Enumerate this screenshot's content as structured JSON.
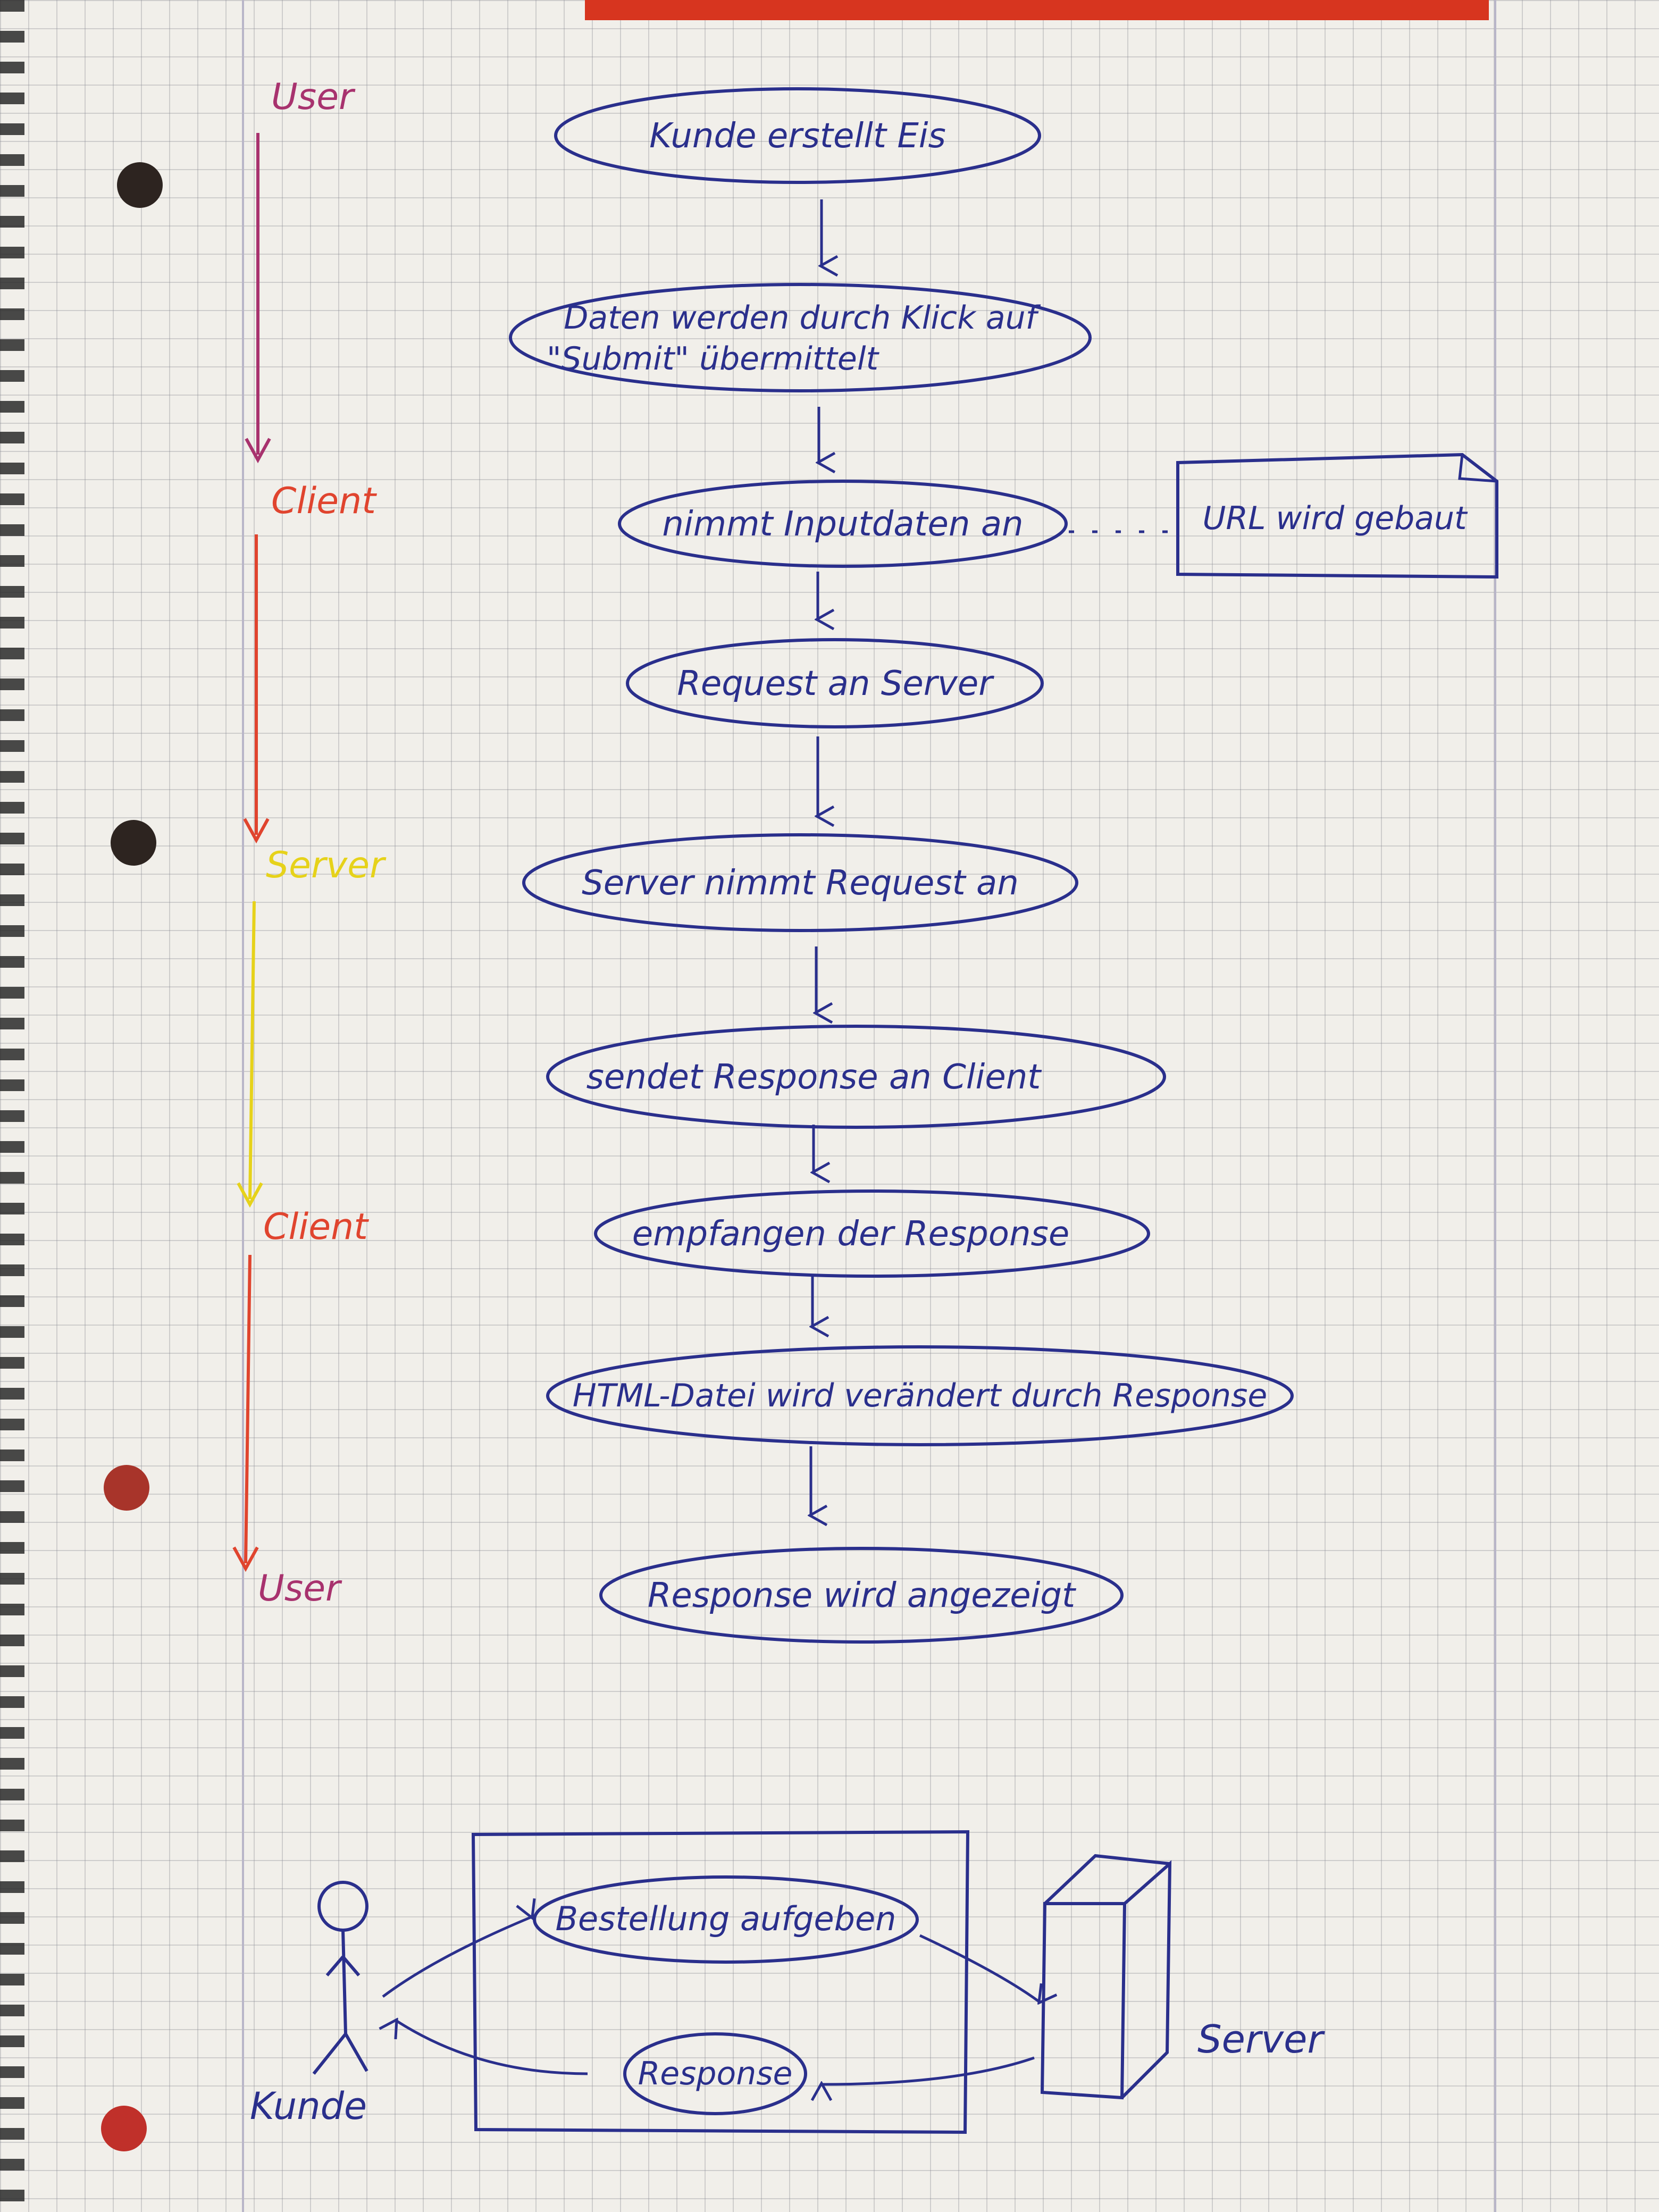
{
  "lanes": [
    {
      "label": "User",
      "color": "#a8326e"
    },
    {
      "label": "Client",
      "color": "#e0442e"
    },
    {
      "label": "Server",
      "color": "#e6d21a"
    },
    {
      "label": "Client",
      "color": "#e0442e"
    },
    {
      "label": "User",
      "color": "#a8326e"
    }
  ],
  "steps": [
    {
      "line1": "Kunde erstellt Eis",
      "line2": ""
    },
    {
      "line1": "Daten werden durch Klick auf",
      "line2": "\"Submit\" übermittelt"
    },
    {
      "line1": "nimmt Inputdaten an",
      "line2": ""
    },
    {
      "line1": "Request an Server",
      "line2": ""
    },
    {
      "line1": "Server nimmt Request an",
      "line2": ""
    },
    {
      "line1": "sendet Response an Client",
      "line2": ""
    },
    {
      "line1": "empfangen der Response",
      "line2": ""
    },
    {
      "line1": "HTML-Datei wird verändert durch Response",
      "line2": ""
    },
    {
      "line1": "Response wird angezeigt",
      "line2": ""
    }
  ],
  "note": {
    "text": "URL wird gebaut"
  },
  "usecase": {
    "actor_label": "Kunde",
    "order_label": "Bestellung aufgeben",
    "response_label": "Response",
    "server_label": "Server"
  },
  "colors": {
    "ink": "#2a2f8c",
    "binding_red": "#d7351f"
  }
}
